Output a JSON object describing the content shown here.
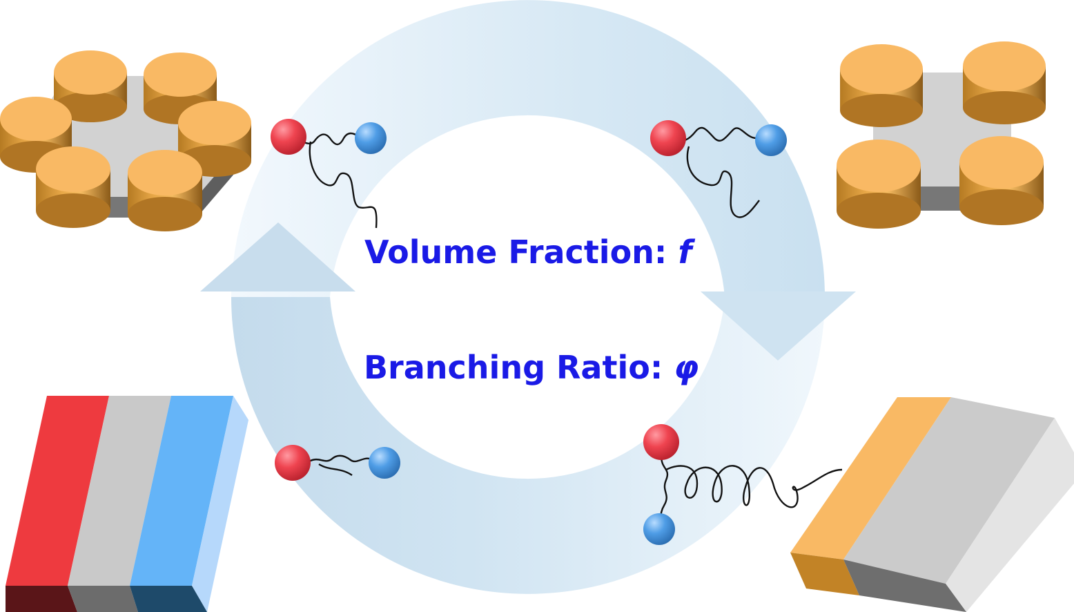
{
  "labels": {
    "volume_fraction": "Volume Fraction: ",
    "volume_fraction_symbol": "f",
    "branching_ratio": "Branching Ratio: ",
    "branching_ratio_symbol": "φ"
  },
  "colors": {
    "text": "#1a1ae6",
    "ring_light": "#eaf4fb",
    "ring_mid": "#cfe4f2",
    "orange_top": "#f9b964",
    "orange_side": "#c98a2c",
    "gray_top": "#cfcfcf",
    "gray_side": "#7a7a7a",
    "red": "#ee3a3f",
    "blue": "#64b4f8",
    "bead_red": "#ef4450",
    "bead_blue": "#4f9de6"
  }
}
